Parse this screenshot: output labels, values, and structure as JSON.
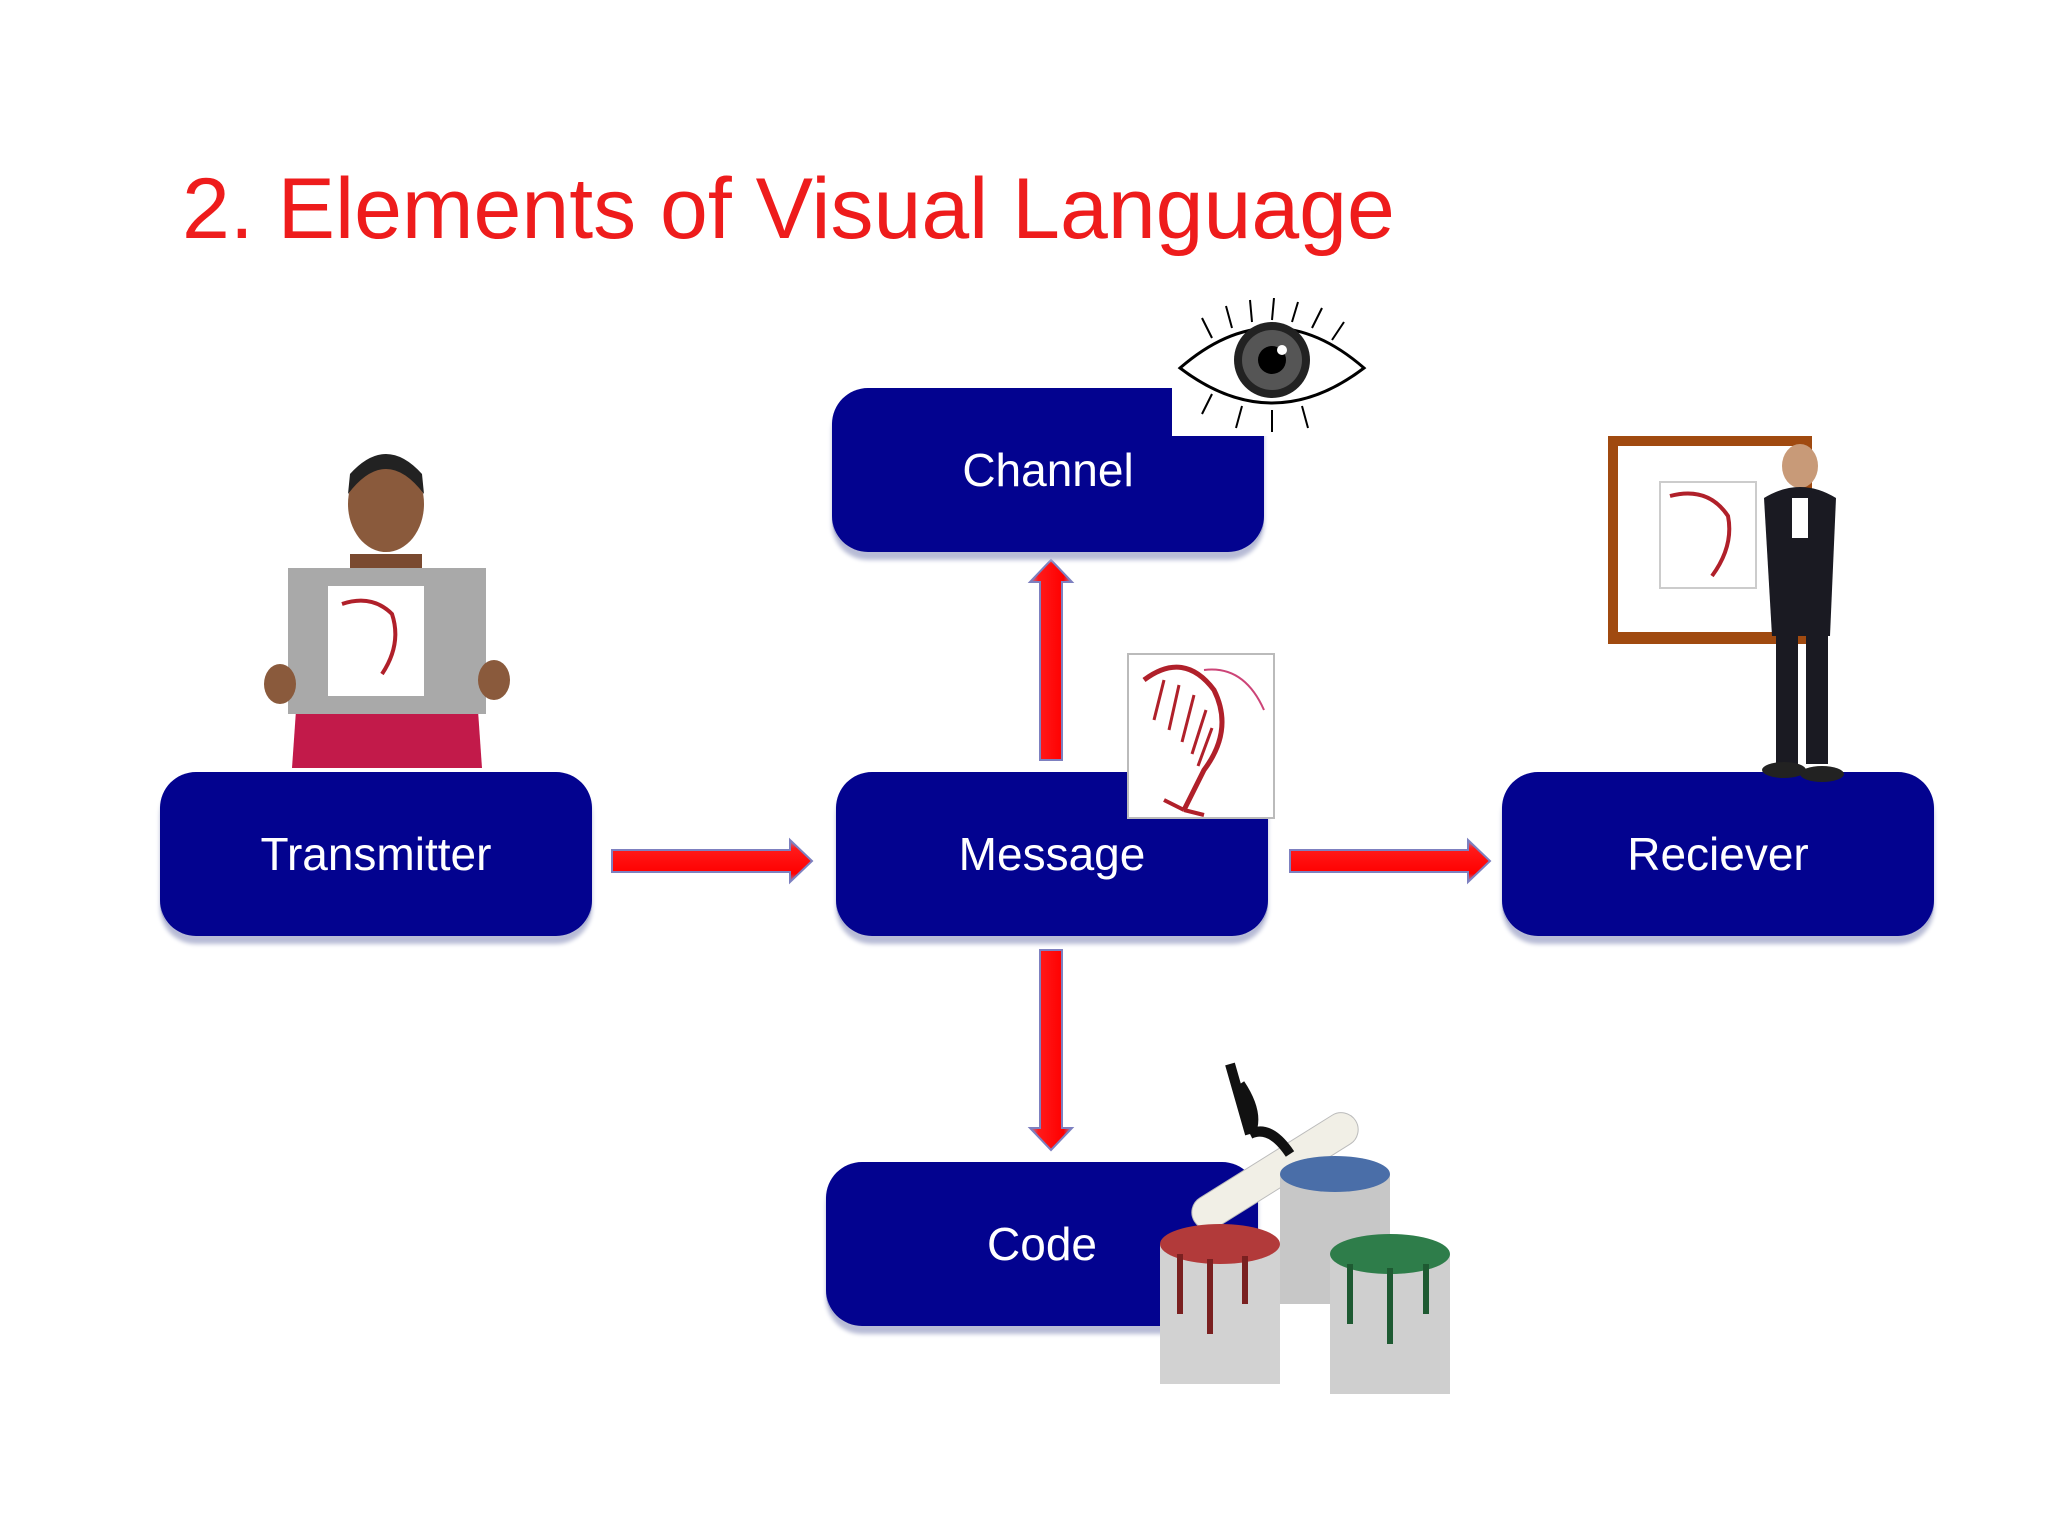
{
  "slide": {
    "title": "2. Elements of Visual Language"
  },
  "nodes": {
    "transmitter": "Transmitter",
    "message": "Message",
    "receiver": "Reciever",
    "channel": "Channel",
    "code": "Code"
  },
  "icons": [
    "eye-icon",
    "woman-holding-picture-icon",
    "man-with-frame-icon",
    "fish-drawing-icon",
    "paint-cans-icon",
    "scroll-icon"
  ],
  "colors": {
    "title": "#ee1c1c",
    "node": "#03038f",
    "arrow": "#ff0000"
  }
}
